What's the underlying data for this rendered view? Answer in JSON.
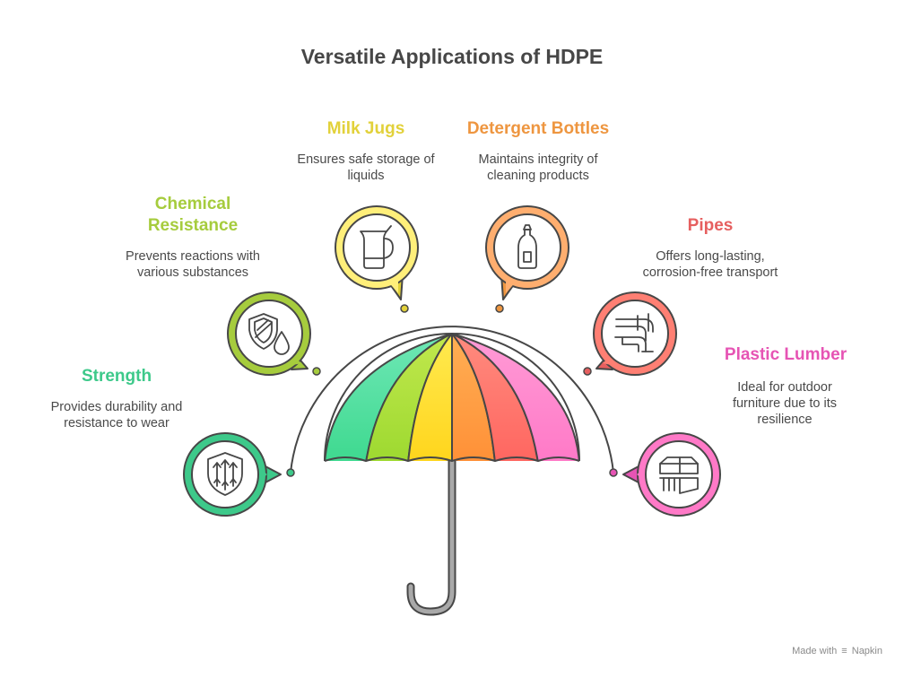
{
  "title": "Versatile Applications of HDPE",
  "items": [
    {
      "label": "Strength",
      "description": "Provides durability and resistance to wear",
      "color": "#3DC98A",
      "icon": "shield-arrows-icon"
    },
    {
      "label": "Chemical Resistance",
      "description": "Prevents reactions with various substances",
      "color": "#A6CC3D",
      "icon": "shield-droplet-icon"
    },
    {
      "label": "Milk Jugs",
      "description": "Ensures safe storage of liquids",
      "color": "#E2D13A",
      "icon": "pitcher-icon"
    },
    {
      "label": "Detergent Bottles",
      "description": "Maintains integrity of cleaning products",
      "color": "#EE9640",
      "icon": "bottle-icon"
    },
    {
      "label": "Pipes",
      "description": "Offers long-lasting, corrosion-free transport",
      "color": "#E65F5F",
      "icon": "pipe-icon"
    },
    {
      "label": "Plastic Lumber",
      "description": "Ideal for outdoor furniture due to its resilience",
      "color": "#E654B4",
      "icon": "lumber-icon"
    }
  ],
  "footer": {
    "made_with": "Made with",
    "brand": "Napkin"
  }
}
